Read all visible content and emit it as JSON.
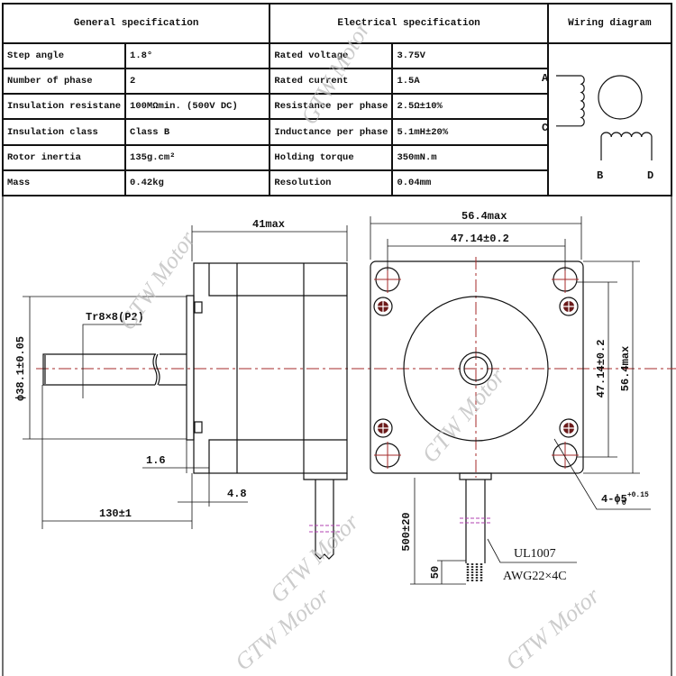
{
  "general_spec": {
    "title": "General specification",
    "rows": [
      {
        "label": "Step angle",
        "value": "1.8°"
      },
      {
        "label": "Number of phase",
        "value": "2"
      },
      {
        "label": "Insulation resistane",
        "value": "100MΩmin. (500V DC)"
      },
      {
        "label": "Insulation class",
        "value": "Class B"
      },
      {
        "label": "Rotor inertia",
        "value": "135g.cm²"
      },
      {
        "label": "Mass",
        "value": "0.42kg"
      }
    ]
  },
  "electrical_spec": {
    "title": "Electrical specification",
    "rows": [
      {
        "label": "Rated voltage",
        "value": "3.75V"
      },
      {
        "label": "Rated current",
        "value": "1.5A"
      },
      {
        "label": "Resistance per phase",
        "value": "2.5Ω±10%"
      },
      {
        "label": "Inductance per phase",
        "value": "5.1mH±20%"
      },
      {
        "label": "Holding torque",
        "value": "350mN.m"
      },
      {
        "label": "Resolution",
        "value": "0.04mm"
      }
    ]
  },
  "wiring": {
    "title": "Wiring diagram",
    "leads": [
      "A",
      "C",
      "B",
      "D"
    ]
  },
  "side_view": {
    "length": "41max",
    "diameter": "ϕ38.1±0.05",
    "thread": "Tr8×8(P2)",
    "flange": "1.6",
    "boss": "4.8",
    "shaft_length": "130±1"
  },
  "front_view": {
    "width": "56.4max",
    "hole_spacing": "47.14±0.2",
    "hole_spacing_v": "47.14±0.2",
    "height": "56.4max",
    "holes": "4-ϕ5",
    "hole_tol_upper": "+0.15",
    "hole_tol_lower": "0",
    "cable_length": "500±20",
    "strip_length": "50",
    "cable_type": "UL1007",
    "cable_spec": "AWG22×4C"
  },
  "watermark": "GTW Motor",
  "colors": {
    "centerline": "#a52a2a",
    "cable_break": "#b040b0"
  }
}
